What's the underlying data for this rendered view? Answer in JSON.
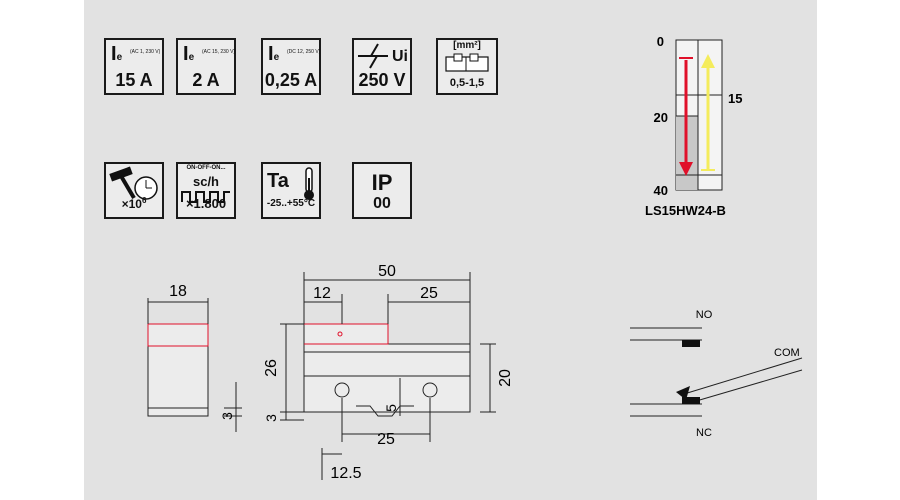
{
  "ratings": {
    "ie_symbol": "I",
    "ie_sub": "e",
    "ac1": {
      "cond": "(AC 1, 230 V)",
      "value": "15 A"
    },
    "ac15": {
      "cond": "(AC 15, 230 V)",
      "value": "2 A"
    },
    "dc12": {
      "cond": "(DC 12, 250 V)",
      "value": "0,25 A"
    },
    "ui": {
      "label": "Ui",
      "value": "250 V"
    },
    "wire": {
      "unit": "[mm²]",
      "value": "0,5-1,5"
    },
    "life": {
      "value": "×10",
      "exp": "6"
    },
    "switching": {
      "top": "ON-OFF-ON...",
      "unit": "sc/h",
      "value": "×1.800"
    },
    "temp": {
      "label": "Ta",
      "value": "-25..+55°C"
    },
    "ip": {
      "label": "IP",
      "value": "00"
    }
  },
  "travel": {
    "ticks": {
      "t0": "0",
      "t20": "20",
      "t40": "40",
      "t15": "15"
    },
    "model": "LS15HW24-B",
    "colors": {
      "red": "#e0102a",
      "yellow": "#f4ec5c",
      "grey": "#c8c8c8"
    }
  },
  "dimensions": {
    "d18": "18",
    "d50": "50",
    "d12": "12",
    "d25top": "25",
    "d26": "26",
    "d20": "20",
    "d3left": "3",
    "d3mid": "3",
    "d5": "5",
    "d25bottom": "25",
    "d12_5": "12.5"
  },
  "contacts": {
    "no": "NO",
    "nc": "NC",
    "com": "COM"
  }
}
